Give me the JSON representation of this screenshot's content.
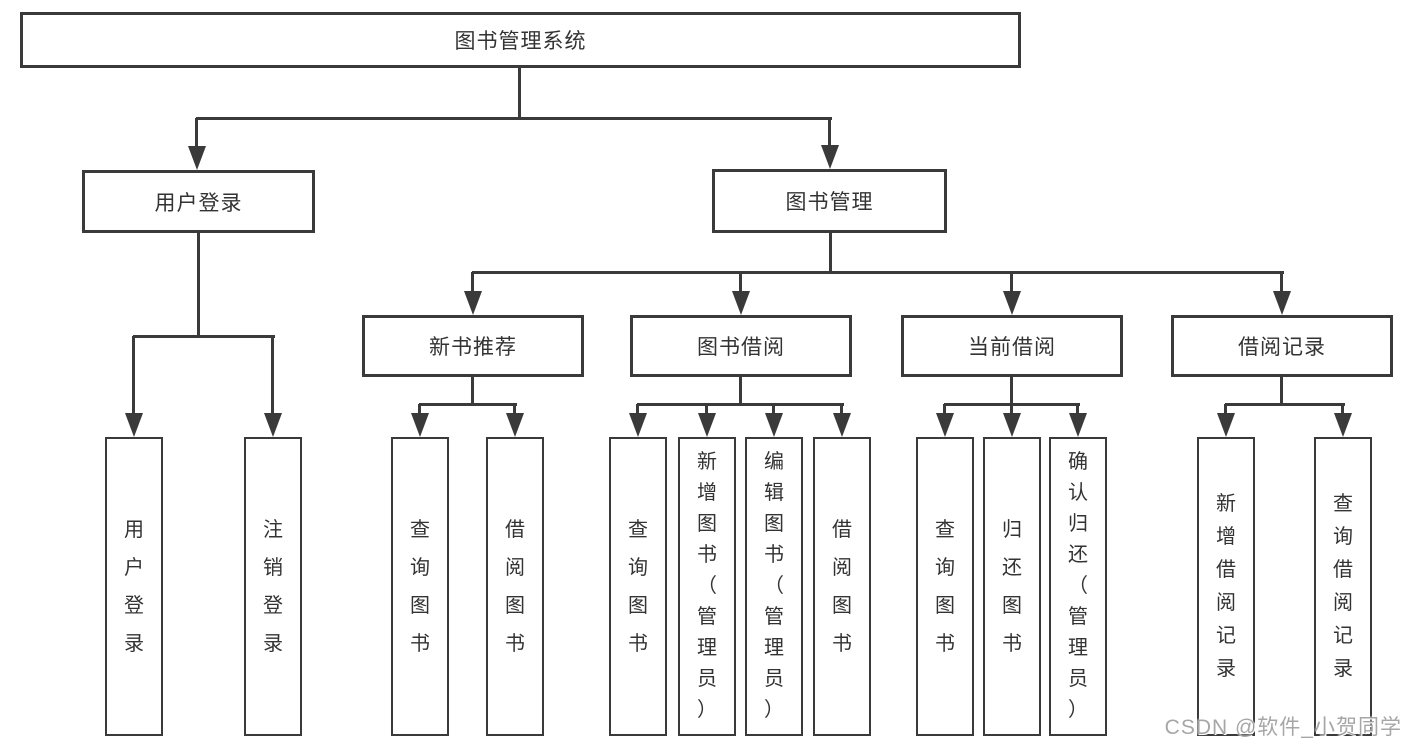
{
  "diagram": {
    "type": "tree",
    "root": {
      "label": "图书管理系统"
    },
    "branches": [
      {
        "label": "用户登录",
        "children": [
          {
            "label": "用户登录"
          },
          {
            "label": "注销登录"
          }
        ]
      },
      {
        "label": "图书管理",
        "children": [
          {
            "label": "新书推荐",
            "children": [
              {
                "label": "查询图书"
              },
              {
                "label": "借阅图书"
              }
            ]
          },
          {
            "label": "图书借阅",
            "children": [
              {
                "label": "查询图书"
              },
              {
                "label": "新增图书（管理员）"
              },
              {
                "label": "编辑图书（管理员）"
              },
              {
                "label": "借阅图书"
              }
            ]
          },
          {
            "label": "当前借阅",
            "children": [
              {
                "label": "查询图书"
              },
              {
                "label": "归还图书"
              },
              {
                "label": "确认归还（管理员）"
              }
            ]
          },
          {
            "label": "借阅记录",
            "children": [
              {
                "label": "新增借阅记录"
              },
              {
                "label": "查询借阅记录"
              }
            ]
          }
        ]
      }
    ],
    "colors": {
      "line": "#3a3a3a",
      "text": "#333333",
      "background": "#ffffff",
      "watermark": "#969696"
    }
  },
  "watermark": {
    "text": "CSDN @软件_小贺同学"
  }
}
